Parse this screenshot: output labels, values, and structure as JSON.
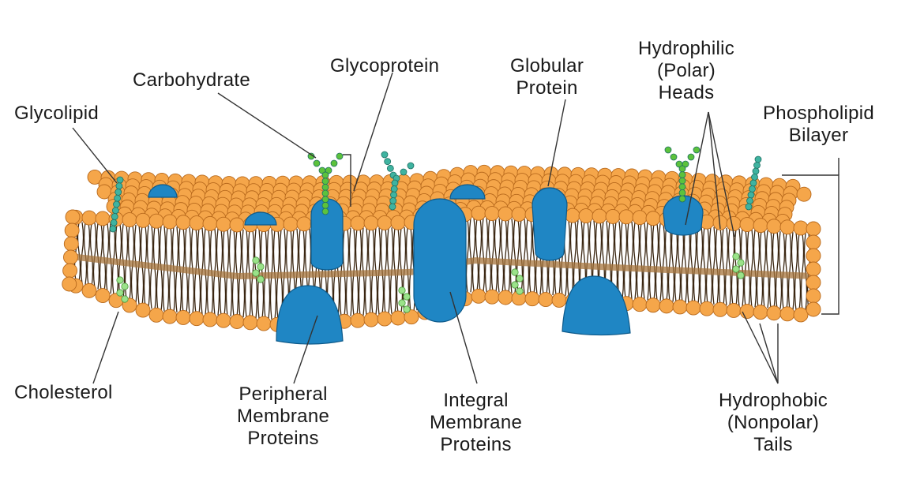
{
  "labels": {
    "glycolipid": [
      "Glycolipid"
    ],
    "carbohydrate": [
      "Carbohydrate"
    ],
    "glycoprotein": [
      "Glycoprotein"
    ],
    "globular_protein": [
      "Globular",
      "Protein"
    ],
    "hydrophilic_heads": [
      "Hydrophilic",
      "(Polar)",
      "Heads"
    ],
    "phospholipid_bilayer": [
      "Phospholipid",
      "Bilayer"
    ],
    "cholesterol": [
      "Cholesterol"
    ],
    "peripheral_proteins": [
      "Peripheral",
      "Membrane",
      "Proteins"
    ],
    "integral_proteins": [
      "Integral",
      "Membrane",
      "Proteins"
    ],
    "hydrophobic_tails": [
      "Hydrophobic",
      "(Nonpolar)",
      "Tails"
    ]
  },
  "colors": {
    "head_fill": "#f5a64a",
    "head_stroke": "#b8691c",
    "tail": "#3b2712",
    "tail_band": "#a5743c",
    "protein": "#1f86c4",
    "protein_stroke": "#0e5a8a",
    "carb_green": "#5cc23c",
    "glycolipid_teal": "#3fb3a0",
    "cholesterol_green": "#9be28a",
    "leader": "#333333"
  }
}
